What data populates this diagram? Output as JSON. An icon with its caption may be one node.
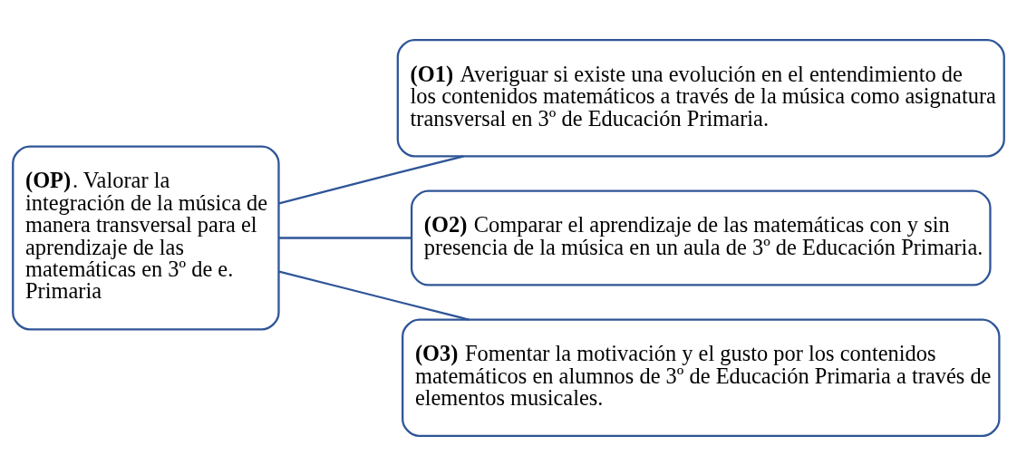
{
  "diagram": {
    "nodes": [
      {
        "text": [
          "**(OP)**. Valorar la integración de la música de manera transversal para el aprendizaje de las matemáticas en 3º de e. Primaria"
        ]
      },
      {
        "text": [
          "**(O1)** Averiguar si existe una evolución en el entendimiento de los contenidos matemáticos a través de la música como asignatura transversal en 3º de Educación Primaria."
        ]
      },
      {
        "text": [
          "**(O2)** Comparar el aprendizaje de las matemáticas con y sin presencia de la música en un aula de 3º de Educación Primaria."
        ]
      },
      {
        "text": [
          "**(O3)** Fomentar la motivación y el gusto por los contenidos matemáticos en alumnos de 3º de Educación Primaria a través de elementos musicales."
        ]
      }
    ],
    "edges": [
      {
        "from": 0,
        "to": 1,
        "arrow": "none"
      },
      {
        "from": 0,
        "to": 2,
        "arrow": "none"
      },
      {
        "from": 0,
        "to": 3,
        "arrow": "none"
      }
    ]
  }
}
